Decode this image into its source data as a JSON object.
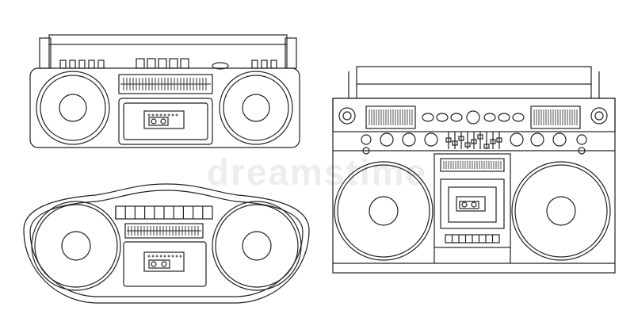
{
  "watermark": {
    "text": "dreamstime"
  },
  "colors": {
    "line": "#222222",
    "background": "#ffffff",
    "watermark": "rgba(0,0,0,0.07)"
  },
  "illustrations": [
    {
      "name": "top-left-boombox",
      "style": "classic stereo with two speakers and center cassette deck"
    },
    {
      "name": "bottom-left-boombox",
      "style": "oval body with equalizer and cassette deck"
    },
    {
      "name": "right-boombox",
      "style": "large boombox with equalizer bank, sliders and cassette deck"
    }
  ]
}
